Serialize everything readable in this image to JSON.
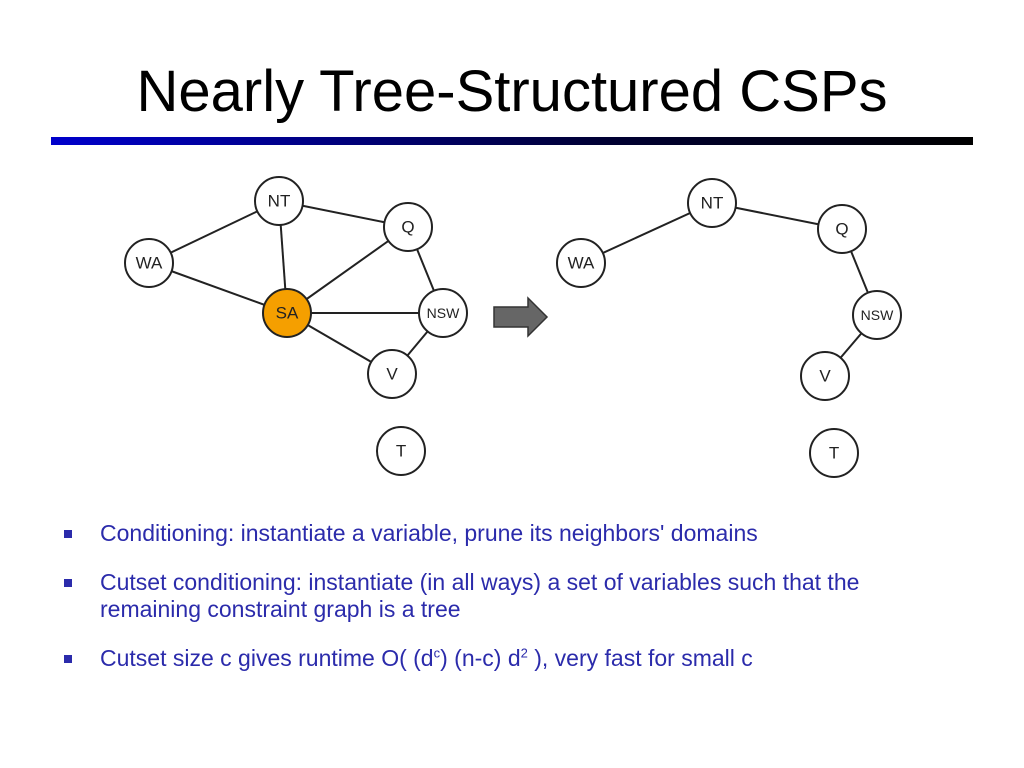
{
  "title": "Nearly Tree-Structured CSPs",
  "graph_left": {
    "nodes": [
      {
        "id": "NT",
        "label": "NT",
        "highlight": false
      },
      {
        "id": "WA",
        "label": "WA",
        "highlight": false
      },
      {
        "id": "Q",
        "label": "Q",
        "highlight": false
      },
      {
        "id": "SA",
        "label": "SA",
        "highlight": true
      },
      {
        "id": "NSW",
        "label": "NSW",
        "highlight": false
      },
      {
        "id": "V",
        "label": "V",
        "highlight": false
      },
      {
        "id": "T",
        "label": "T",
        "highlight": false
      }
    ],
    "edges": [
      [
        "WA",
        "NT"
      ],
      [
        "WA",
        "SA"
      ],
      [
        "NT",
        "SA"
      ],
      [
        "NT",
        "Q"
      ],
      [
        "SA",
        "Q"
      ],
      [
        "SA",
        "NSW"
      ],
      [
        "SA",
        "V"
      ],
      [
        "Q",
        "NSW"
      ],
      [
        "NSW",
        "V"
      ]
    ]
  },
  "graph_right": {
    "nodes": [
      {
        "id": "NT",
        "label": "NT"
      },
      {
        "id": "WA",
        "label": "WA"
      },
      {
        "id": "Q",
        "label": "Q"
      },
      {
        "id": "NSW",
        "label": "NSW"
      },
      {
        "id": "V",
        "label": "V"
      },
      {
        "id": "T",
        "label": "T"
      }
    ],
    "edges": [
      [
        "WA",
        "NT"
      ],
      [
        "NT",
        "Q"
      ],
      [
        "Q",
        "NSW"
      ],
      [
        "NSW",
        "V"
      ]
    ]
  },
  "colors": {
    "highlight": "#f59f00",
    "arrow": "#666666",
    "bullet_text": "#2b2bab"
  },
  "bullets": {
    "b1": "Conditioning: instantiate a variable, prune its neighbors' domains",
    "b2": "Cutset conditioning: instantiate (in all ways) a set of variables such that the remaining constraint graph is a tree",
    "b3_pre": "Cutset size c gives runtime O( (d",
    "b3_sup1": "c",
    "b3_mid": ") (n-c) d",
    "b3_sup2": "2",
    "b3_post": " ), very fast for small c"
  }
}
